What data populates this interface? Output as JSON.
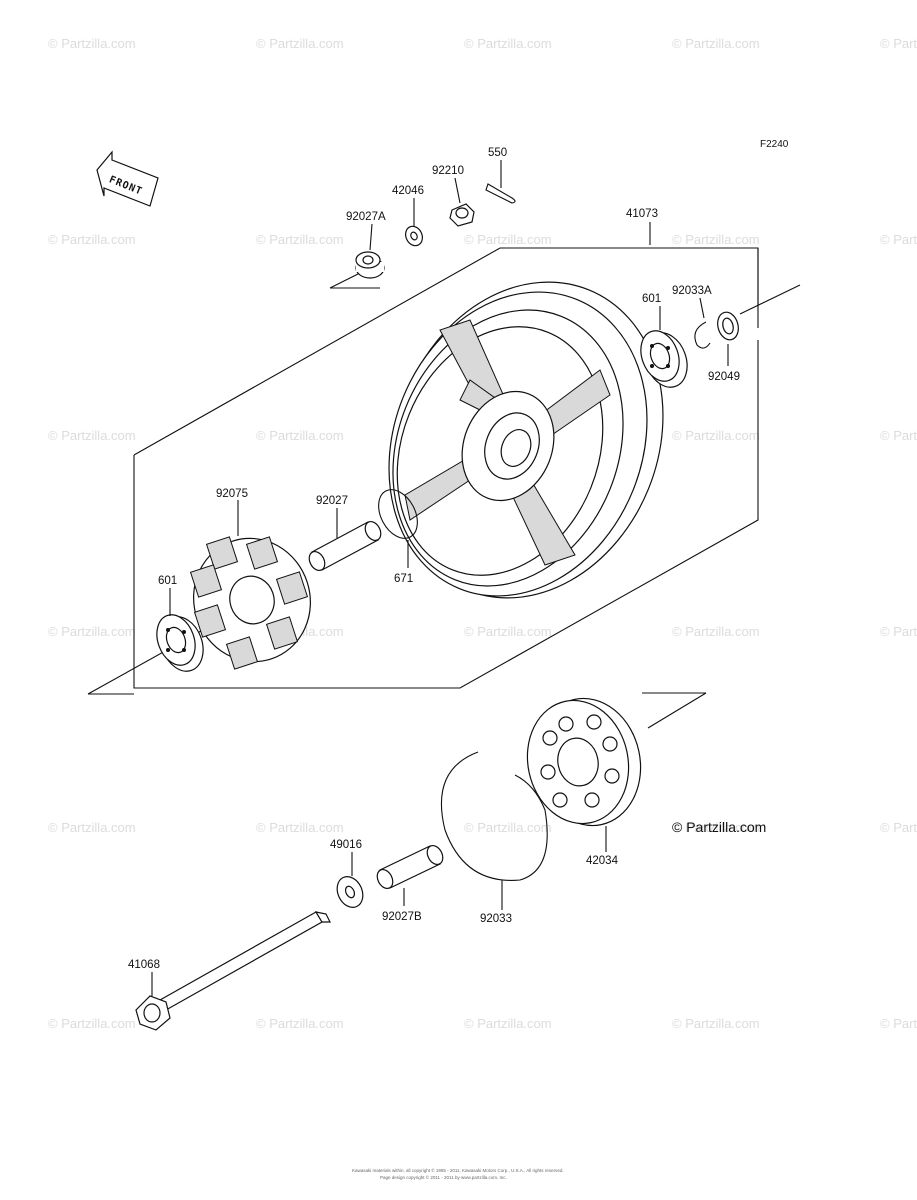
{
  "diagram": {
    "code": "F2240",
    "front_label": "FRONT",
    "copyright": "© Partzilla.com",
    "watermark": "© Partzilla.com",
    "footer_lines": [
      "Kawasaki materials within, all copyright © 1995 - 2011, Kawasaki Motors Corp., U.S.A., All rights reserved.",
      "Page design copyright © 2011 - 2011 by www.partzilla.com, Inc."
    ],
    "parts": [
      {
        "id": "p550",
        "number": "550"
      },
      {
        "id": "p92210",
        "number": "92210"
      },
      {
        "id": "p42046",
        "number": "42046"
      },
      {
        "id": "p92027A",
        "number": "92027A"
      },
      {
        "id": "p41073",
        "number": "41073"
      },
      {
        "id": "p601a",
        "number": "601"
      },
      {
        "id": "p92033A",
        "number": "92033A"
      },
      {
        "id": "p92049",
        "number": "92049"
      },
      {
        "id": "p92075",
        "number": "92075"
      },
      {
        "id": "p92027",
        "number": "92027"
      },
      {
        "id": "p671",
        "number": "671"
      },
      {
        "id": "p601b",
        "number": "601"
      },
      {
        "id": "p42034",
        "number": "42034"
      },
      {
        "id": "p49016",
        "number": "49016"
      },
      {
        "id": "p92027B",
        "number": "92027B"
      },
      {
        "id": "p92033",
        "number": "92033"
      },
      {
        "id": "p41068",
        "number": "41068"
      }
    ]
  }
}
